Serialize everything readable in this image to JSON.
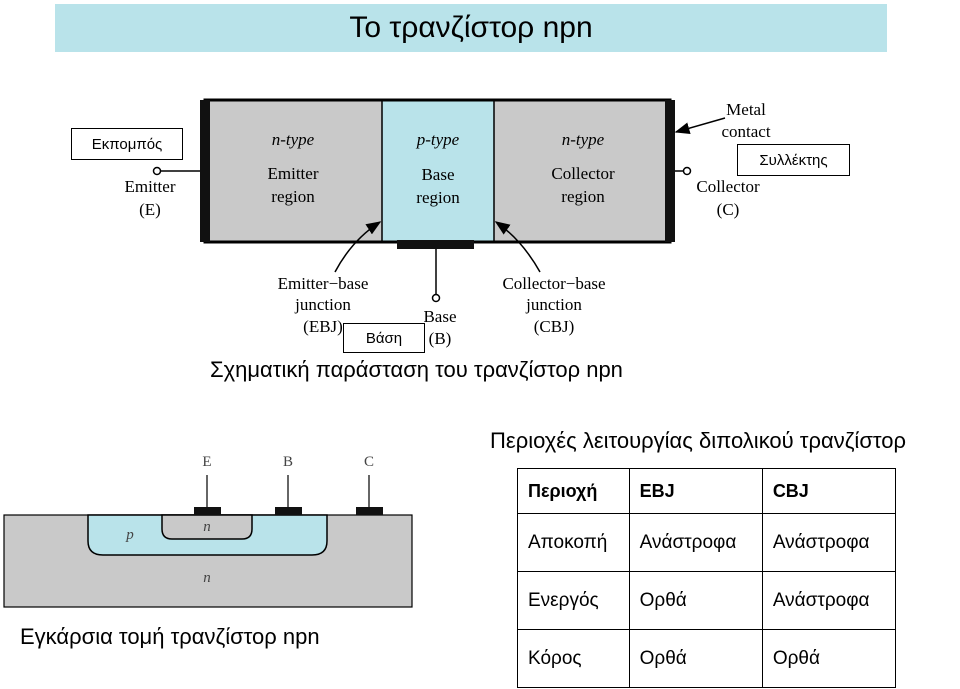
{
  "title": "Το τρανζίστορ npn",
  "schematic": {
    "emitter_region": [
      "n-type",
      "Emitter",
      "region"
    ],
    "base_region": [
      "p-type",
      "Base",
      "region"
    ],
    "collector_region": [
      "n-type",
      "Collector",
      "region"
    ],
    "emitter_terminal": [
      "Emitter",
      "(E)"
    ],
    "collector_terminal": [
      "Collector",
      "(C)"
    ],
    "base_terminal": [
      "Base",
      "(B)"
    ],
    "metal_contact": [
      "Metal",
      "contact"
    ],
    "ebj": [
      "Emitter−base",
      "junction",
      "(EBJ)"
    ],
    "cbj": [
      "Collector−base",
      "junction",
      "(CBJ)"
    ],
    "colors": {
      "n_region": "#c9c9c9",
      "p_region": "#b9e3ea",
      "contact": "#111111"
    }
  },
  "labels": {
    "emitter_gr": "Εκπομπός",
    "collector_gr": "Συλλέκτης",
    "base_gr": "Βάση"
  },
  "captions": {
    "schematic": "Σχηματική παράσταση του τρανζίστορ npn",
    "cross_section": "Εγκάρσια τομή τρανζίστορ npn",
    "table": "Περιοχές λειτουργίας διπολικού τρανζίστορ"
  },
  "cross_section": {
    "terminals": [
      "E",
      "B",
      "C"
    ],
    "p_label": "p",
    "n_inner": "n",
    "n_outer": "n"
  },
  "table": {
    "headers": [
      "Περιοχή",
      "EBJ",
      "CBJ"
    ],
    "rows": [
      [
        "Αποκοπή",
        "Ανάστροφα",
        "Ανάστροφα"
      ],
      [
        "Ενεργός",
        "Ορθά",
        "Ανάστροφα"
      ],
      [
        "Κόρος",
        "Ορθά",
        "Ορθά"
      ]
    ]
  }
}
